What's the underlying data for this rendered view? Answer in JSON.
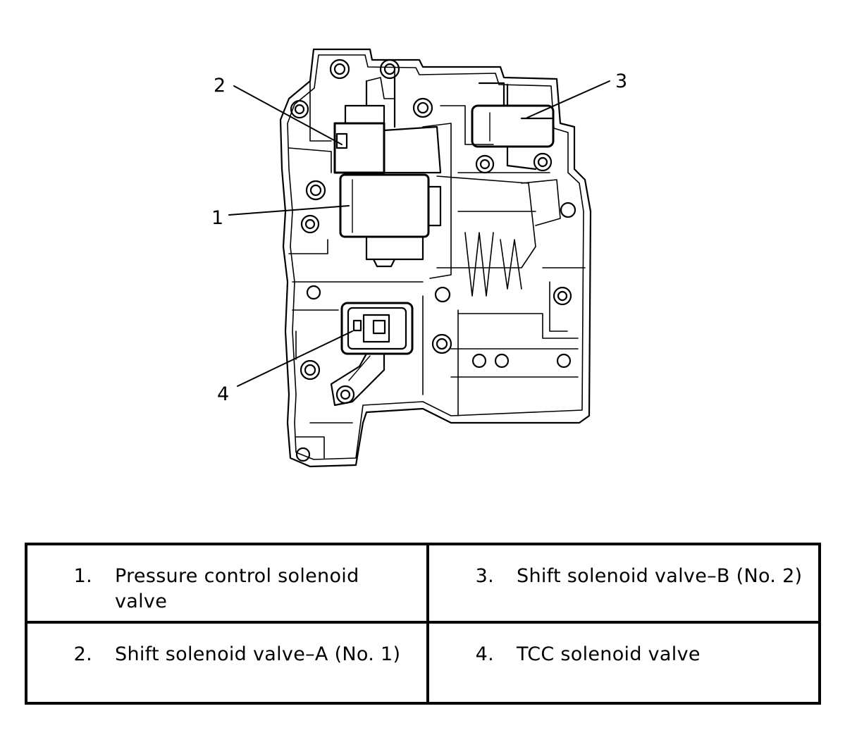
{
  "diagram": {
    "callouts": [
      {
        "id": "1",
        "label": "1"
      },
      {
        "id": "2",
        "label": "2"
      },
      {
        "id": "3",
        "label": "3"
      },
      {
        "id": "4",
        "label": "4"
      }
    ]
  },
  "legend": {
    "items": [
      {
        "number": "1.",
        "text": "Pressure control solenoid valve"
      },
      {
        "number": "3.",
        "text": "Shift solenoid valve–B (No. 2)"
      },
      {
        "number": "2.",
        "text": "Shift solenoid valve–A (No. 1)"
      },
      {
        "number": "4.",
        "text": "TCC solenoid valve"
      }
    ]
  }
}
